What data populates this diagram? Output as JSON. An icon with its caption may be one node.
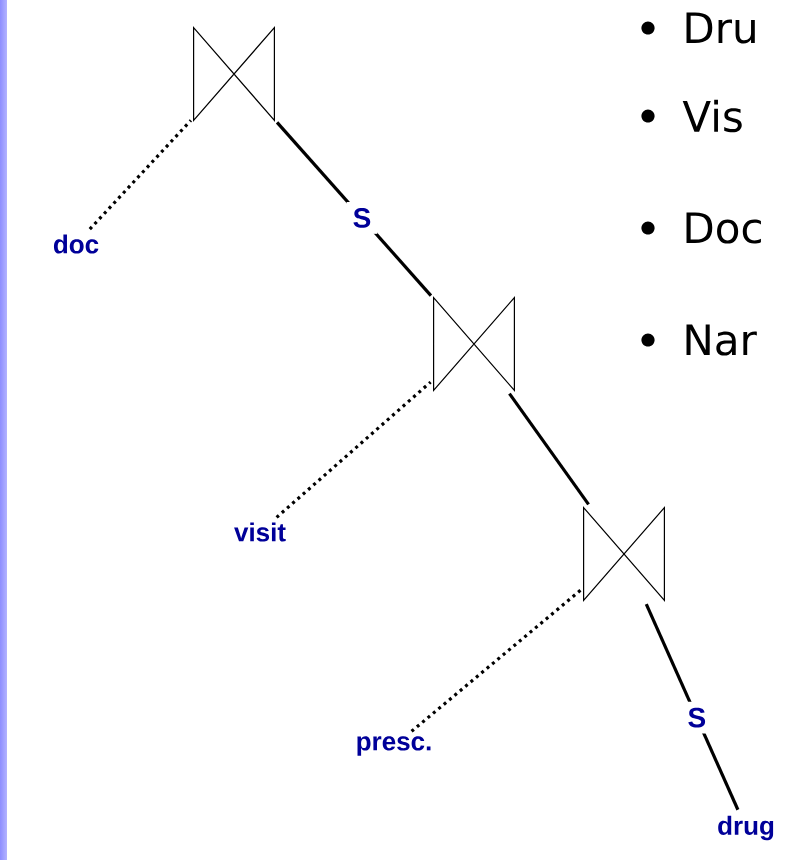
{
  "diagram": {
    "nodes": [
      {
        "text": [],
        "shape": "bowtie"
      },
      {
        "text": [
          "doc"
        ]
      },
      {
        "text": [],
        "shape": "bowtie"
      },
      {
        "text": [
          "visit"
        ]
      },
      {
        "text": [],
        "shape": "bowtie"
      },
      {
        "text": [
          "presc."
        ]
      },
      {
        "text": [
          "drug"
        ]
      }
    ],
    "edges": [
      {
        "from": 1,
        "to": 0,
        "arrow": "none",
        "style": "dashed"
      },
      {
        "from": 0,
        "to": 2,
        "arrow": "none",
        "label": "S"
      },
      {
        "from": 3,
        "to": 2,
        "arrow": "none",
        "style": "dashed"
      },
      {
        "from": 2,
        "to": 4,
        "arrow": "none"
      },
      {
        "from": 5,
        "to": 4,
        "arrow": "none",
        "style": "dashed"
      },
      {
        "from": 4,
        "to": 6,
        "arrow": "none",
        "label": "S"
      }
    ],
    "labels": [
      "Dru",
      "Vis",
      "Doc",
      "Nar"
    ]
  }
}
